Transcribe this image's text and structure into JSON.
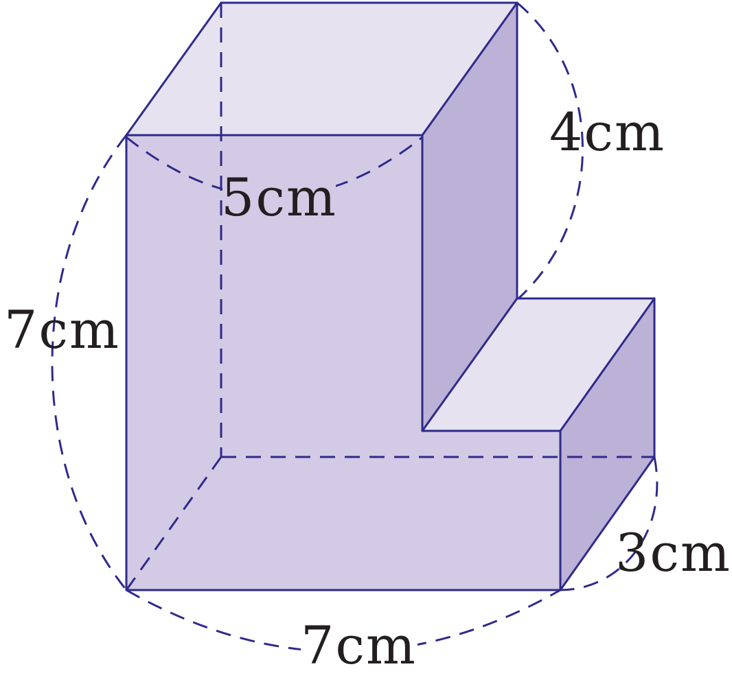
{
  "diagram": {
    "colors": {
      "edge": "#2e2a8c",
      "face_top": "#e6e2f0",
      "face_front": "#d3cbe5",
      "face_side": "#bcb1d6"
    },
    "labels": {
      "top_front_width": "5cm",
      "upper_depth": "4cm",
      "left_height": "7cm",
      "bottom_width": "7cm",
      "lower_depth": "3cm"
    }
  }
}
